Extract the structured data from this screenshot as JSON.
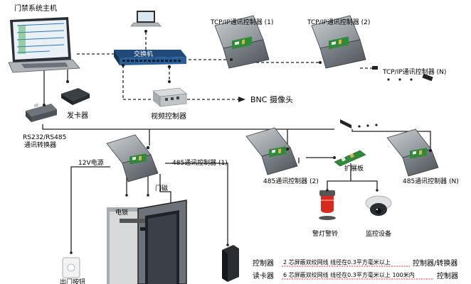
{
  "labels": {
    "host": "门禁系统主机",
    "switch": "交换机",
    "tcp1": "TCP/IP通讯控制器 (1)",
    "tcp2": "TCP/IP通讯控制器 (2)",
    "tcpn": "TCP/IP通讯控制器 (N)",
    "card_issuer": "发卡器",
    "video_controller": "视频控制器",
    "bnc_camera": "BNC 摄像头",
    "rs_converter_line1": "RS232/RS485",
    "rs_converter_line2": "通讯转换器",
    "power_12v": "12V电源",
    "ctrl485_1": "485通讯控制器 (1)",
    "ctrl485_2": "485通讯控制器 (2)",
    "ctrl485_n": "485通讯控制器 (N)",
    "expansion_board": "扩展板",
    "door_contact": "门磁",
    "electric_lock": "电锁",
    "alarm_light": "警灯警铃",
    "monitoring": "监控设备",
    "exit_button": "出门按钮"
  },
  "legend": [
    {
      "left": "控制器",
      "middle": "2 芯屏蔽双绞网线  线径在0.3平方毫米以上",
      "right": "控制器/转换器"
    },
    {
      "left": "读卡器",
      "middle": "6 芯屏蔽双绞网线  线径在0.3平方毫米以上   100米内",
      "right": "控制器"
    }
  ],
  "colors": {
    "legend_line": "#e03030",
    "device_gray": "#5e6469",
    "pcb_green": "#2f8a3a"
  }
}
